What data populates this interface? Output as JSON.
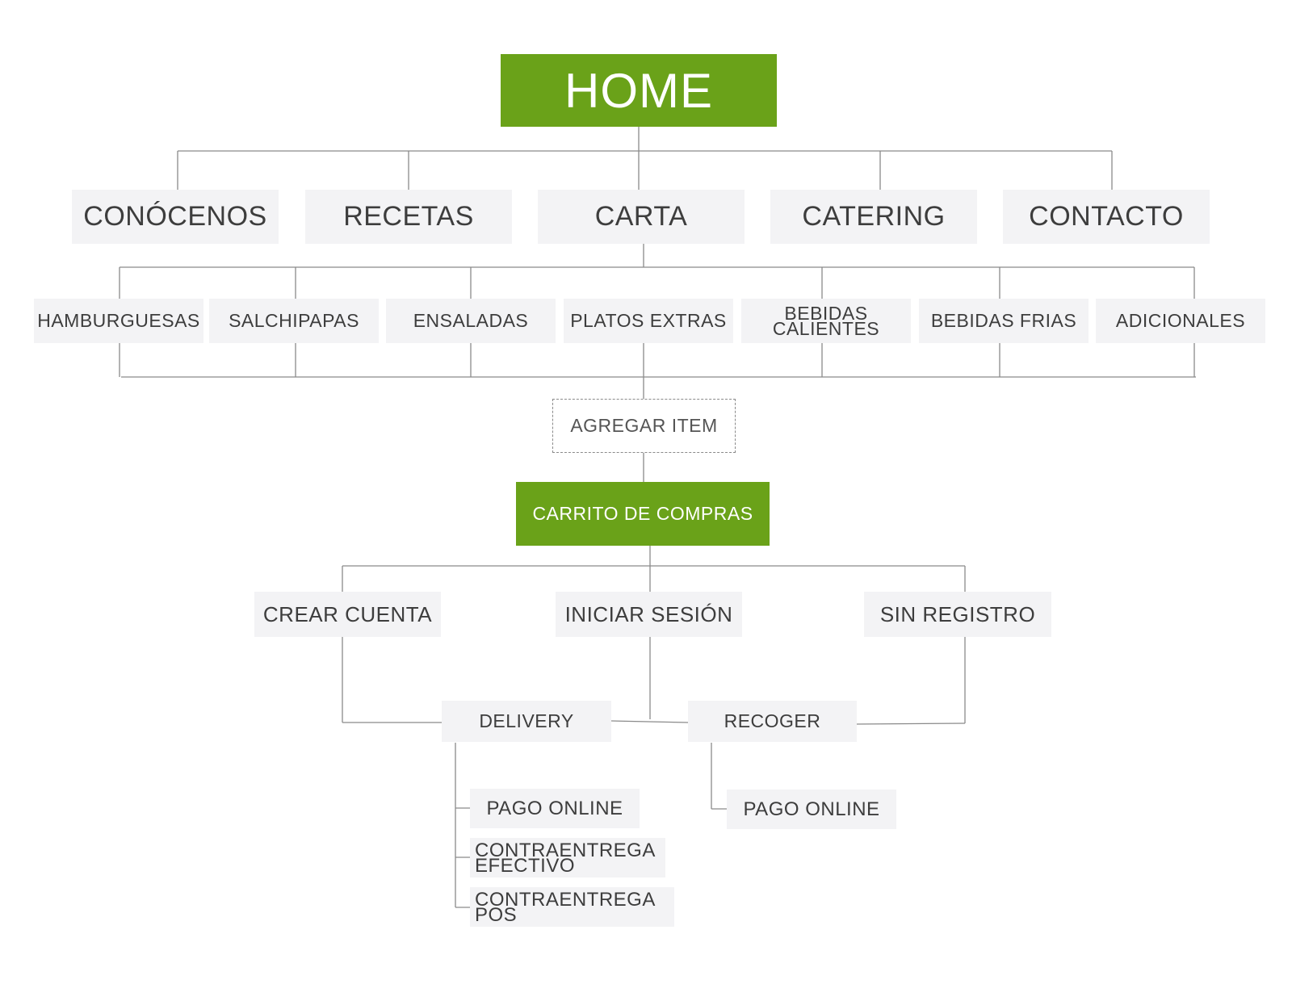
{
  "colors": {
    "accent": "#6aa219",
    "node_fill": "#f3f3f5",
    "line": "#8a8a8a",
    "text": "#3d3d3d"
  },
  "home": "HOME",
  "main_nav": [
    "CONÓCENOS",
    "RECETAS",
    "CARTA",
    "CATERING",
    "CONTACTO"
  ],
  "carta_categories": [
    "HAMBURGUESAS",
    "SALCHIPAPAS",
    "ENSALADAS",
    "PLATOS EXTRAS",
    [
      "BEBIDAS",
      "CALIENTES"
    ],
    "BEBIDAS FRIAS",
    "ADICIONALES"
  ],
  "agregar_item": "AGREGAR ITEM",
  "carrito": "CARRITO DE COMPRAS",
  "checkout_options": [
    "CREAR CUENTA",
    "INICIAR SESIÓN",
    "SIN REGISTRO"
  ],
  "delivery": {
    "label": "DELIVERY",
    "payments": [
      [
        "PAGO ONLINE"
      ],
      [
        "CONTRAENTREGA",
        "EFECTIVO"
      ],
      [
        "CONTRAENTREGA",
        "POS"
      ]
    ]
  },
  "recoger": {
    "label": "RECOGER",
    "payments": [
      "PAGO ONLINE"
    ]
  }
}
